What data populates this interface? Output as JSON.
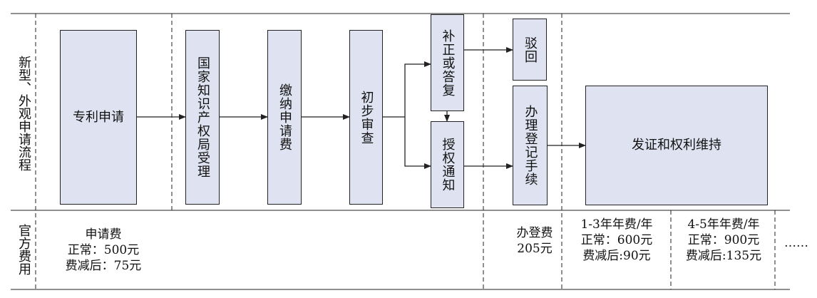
{
  "row_labels": {
    "process": "新型、外观申请流程",
    "fees": "官方费用"
  },
  "steps": {
    "apply": "专利申请",
    "accept": "国家知识产权局受理",
    "pay": "缴纳申请费",
    "exam": "初步审查",
    "correct": "补正或答复",
    "reject": "驳回",
    "grant_notice": "授权通知",
    "register": "办理登记手续",
    "certificate": "发证和权利维持"
  },
  "fees": {
    "apply_title": "申请费",
    "apply_normal": "正常：500元",
    "apply_reduced": "费减后：75元",
    "register_title": "办登费",
    "register_amount": "205元",
    "y1_3_title": "1-3年年费/年",
    "y1_3_normal": "正常：600元",
    "y1_3_reduced": "费减后:90元",
    "y4_5_title": "4-5年年费/年",
    "y4_5_normal": "正常：900元",
    "y4_5_reduced": "费减后:135元",
    "more": "……"
  },
  "colors": {
    "box_fill": "#dfe3f1",
    "line": "#222222"
  }
}
